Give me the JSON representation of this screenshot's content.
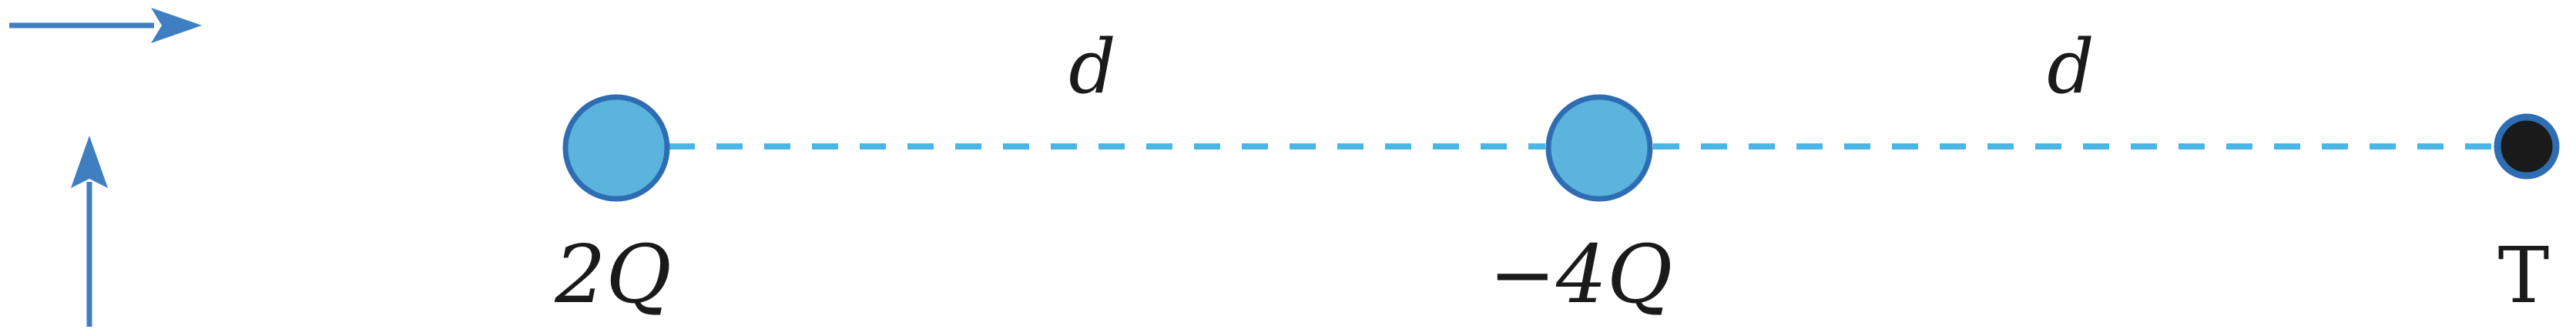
{
  "charges": [
    {
      "label": "2Q"
    },
    {
      "label": "−4Q"
    }
  ],
  "test_point": {
    "label": "T"
  },
  "separations": [
    {
      "label": "d"
    },
    {
      "label": "d"
    }
  ],
  "colors": {
    "charge_fill": "#5ab4de",
    "charge_stroke": "#2f6db3",
    "dashed_line": "#4ab6e6",
    "axis_arrow": "#3f7fc1",
    "test_point_fill": "#1a1a1a"
  },
  "icons": {
    "x_axis": "arrow-right-icon",
    "y_axis": "arrow-up-icon"
  }
}
